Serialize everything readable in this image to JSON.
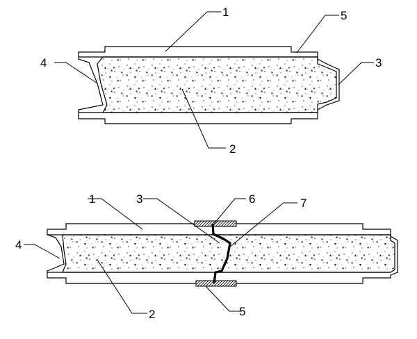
{
  "diagram": {
    "top_panel": {
      "labels": {
        "l1": "1",
        "l2": "2",
        "l3": "3",
        "l4": "4",
        "l5": "5"
      }
    },
    "bottom_panel": {
      "labels": {
        "l1": "1",
        "l2": "2",
        "l3": "3",
        "l4": "4",
        "l5": "5",
        "l6": "6",
        "l7": "7"
      }
    }
  }
}
